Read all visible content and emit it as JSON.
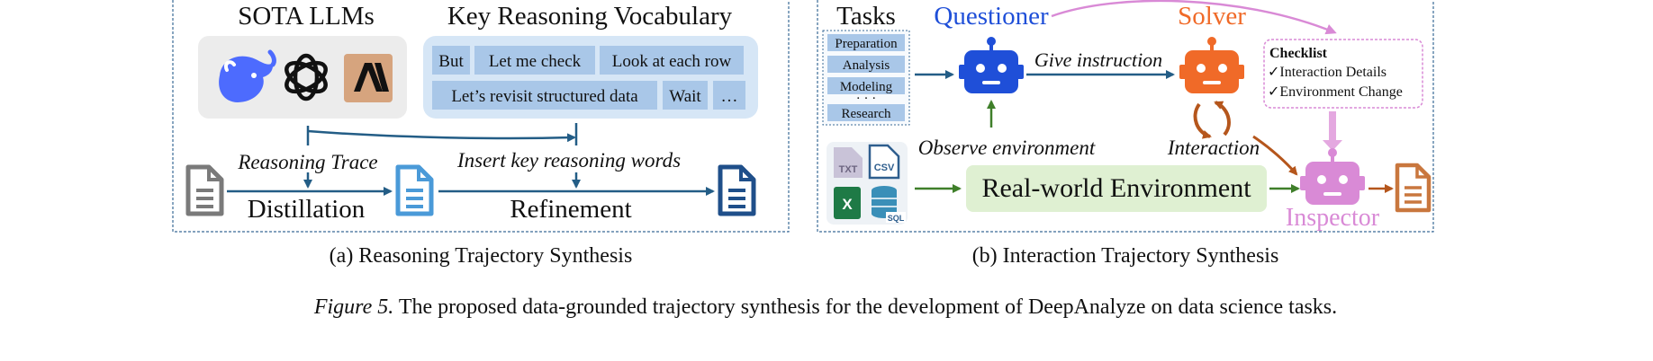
{
  "left_panel": {
    "llms_title": "SOTA LLMs",
    "vocab_title": "Key Reasoning Vocabulary",
    "vocab_words": [
      "But",
      "Let me check",
      "Look at each row",
      "Let’s revisit structured data",
      "Wait",
      "…"
    ],
    "reasoning_trace": "Reasoning Trace",
    "insert_words": "Insert key reasoning words",
    "distillation": "Distillation",
    "refinement": "Refinement",
    "llm_logos": [
      "whale-logo",
      "openai-logo",
      "anthropic-logo"
    ],
    "caption": "(a)  Reasoning Trajectory Synthesis"
  },
  "right_panel": {
    "tasks_title": "Tasks",
    "tasks": [
      "Preparation",
      "Analysis",
      "Modeling",
      "· · ·",
      "Research"
    ],
    "questioner": "Questioner",
    "solver": "Solver",
    "inspector": "Inspector",
    "give_instruction": "Give instruction",
    "observe_environment": "Observe environment",
    "interaction": "Interaction",
    "environment": "Real-world Environment",
    "checklist_title": "Checklist",
    "checklist_items": [
      "✓Interaction Details",
      "✓Environment Change"
    ],
    "file_icons": [
      "TXT",
      "CSV",
      "X",
      "SQL"
    ],
    "caption": "(b)  Interaction Trajectory Synthesis"
  },
  "figure_caption": {
    "label": "Figure 5.",
    "text": " The proposed data-grounded trajectory synthesis for the development of DeepAnalyze on data science tasks."
  },
  "colors": {
    "questioner": "#1f4fd8",
    "solver": "#f06a28",
    "inspector": "#d98ad6",
    "arrow_blue": "#235d86",
    "arrow_green": "#3f7f2a",
    "arrow_brown": "#b5561c",
    "env_fill": "#dff0d2",
    "vocab_fill": "#d6e6f6",
    "vocab_word_fill": "#a9c7e8"
  }
}
